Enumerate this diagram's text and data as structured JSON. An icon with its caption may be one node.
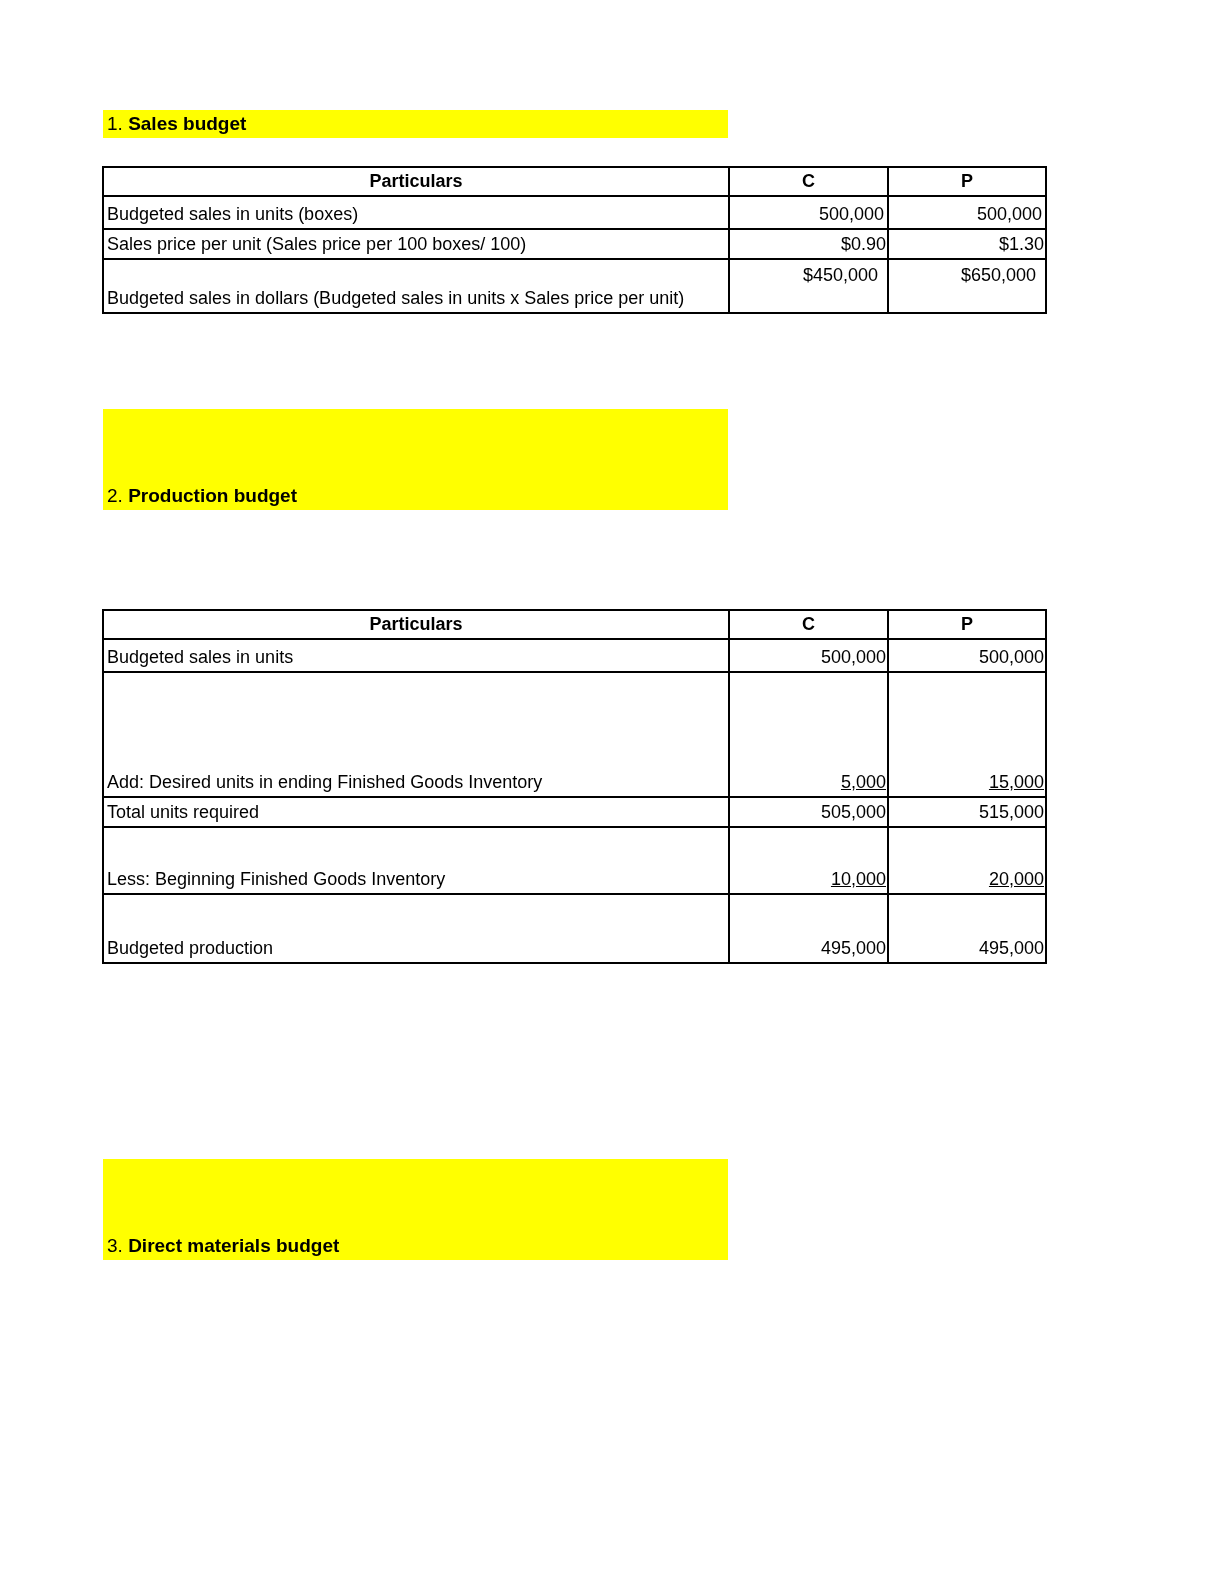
{
  "diagram": {
    "nodes": [
      {
        "text": [
          "1. **Sales budget**"
        ]
      },
      {
        "text": [
          "2. **Production budget**"
        ]
      },
      {
        "text": [
          "3. **Direct materials budget**"
        ]
      }
    ],
    "labels": [
      "Particulars",
      "C",
      "P",
      "Budgeted sales in units (boxes)",
      "500,000",
      "500,000",
      "Sales price per unit (Sales price per 100 boxes/ 100)",
      "$0.90",
      "$1.30",
      "Budgeted sales in dollars (Budgeted sales in units x Sales price per unit)",
      "$450,000",
      "$650,000",
      "Particulars",
      "C",
      "P",
      "Budgeted sales in units",
      "500,000",
      "500,000",
      "Add: Desired units in ending Finished Goods Inventory",
      "5,000",
      "15,000",
      "Total units required",
      "505,000",
      "515,000",
      "Less: Beginning Finished Goods Inventory",
      "10,000",
      "20,000",
      "Budgeted production",
      "495,000",
      "495,000"
    ]
  }
}
